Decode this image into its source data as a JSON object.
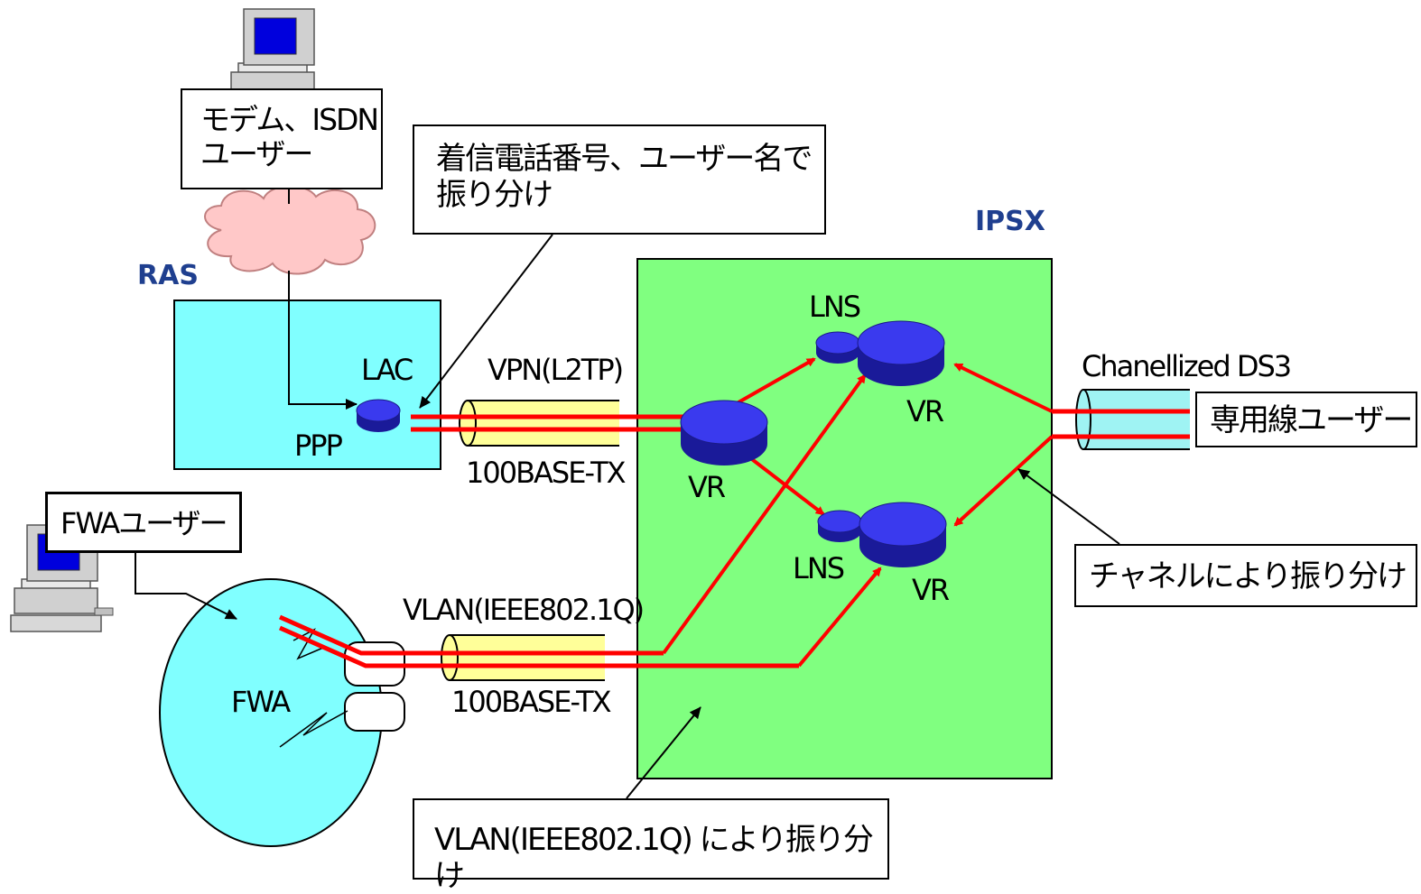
{
  "colors": {
    "ipsx_fill": "#80ff80",
    "ras_fill": "#80ffff",
    "fwa_fill": "#80ffff",
    "cloud_fill": "#ffc8c8",
    "tunnel_fill": "#ffff99",
    "router_fill": "#3333dd",
    "line_red": "#ff0000",
    "label_blue": "#1f3f8f"
  },
  "labels": {
    "modem_user": [
      "モデム、ISDN",
      "ユーザー"
    ],
    "note_dial": [
      "着信電話番号、ユーザー名で",
      "振り分け"
    ],
    "ipsx": "IPSX",
    "ras": "RAS",
    "lac": "LAC",
    "ppp": "PPP",
    "vpn": "VPN(L2TP)",
    "base_tx_top": "100BASE-TX",
    "base_tx_bottom": "100BASE-TX",
    "vr_main": "VR",
    "lns_top": "LNS",
    "vr_top": "VR",
    "lns_bottom": "LNS",
    "vr_bottom": "VR",
    "channelized": "Chanellized DS3",
    "leased_user": "専用線ユーザー",
    "note_channel": "チャネルにより振り分け",
    "fwa_user": "FWAユーザー",
    "fwa": "FWA",
    "vlan": "VLAN(IEEE802.1Q)",
    "note_vlan": "VLAN(IEEE802.1Q) により振り分け"
  }
}
